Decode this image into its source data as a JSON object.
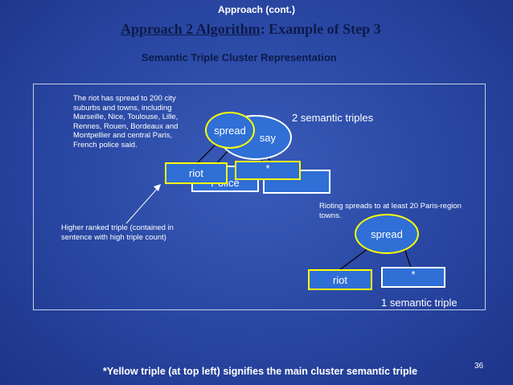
{
  "header": {
    "section": "Approach (cont.)",
    "title_prefix": "Approach 2 Algorithm",
    "title_suffix": ": Example of Step 3",
    "subtitle": "Semantic Triple Cluster Representation"
  },
  "cluster_left": {
    "sentence": "The riot has spread to 200 city suburbs and towns, including Marseille, Nice, Toulouse, Lille, Rennes, Rouen, Bordeaux and Montpellier and central Paris, French police said.",
    "count_label": "2 semantic triples",
    "back_predicate": "say",
    "back_subject": "Police",
    "back_object": "",
    "front_predicate": "spread",
    "front_subject": "riot",
    "front_object": "*"
  },
  "annotation": {
    "text": "Higher ranked triple  (contained in sentence with high triple count)"
  },
  "cluster_right": {
    "sentence": "Rioting spreads to at least 20 Paris-region towns.",
    "predicate": "spread",
    "subject": "riot",
    "object": "*",
    "count_label": "1 semantic triple"
  },
  "footer": {
    "note": "*Yellow triple (at top left) signifies the main cluster semantic triple",
    "page_number": "36"
  },
  "colors": {
    "background": "#2b4aa6",
    "node_fill": "#2f6fd6",
    "highlight": "#ffff00",
    "title_text": "#0d1a4a"
  }
}
